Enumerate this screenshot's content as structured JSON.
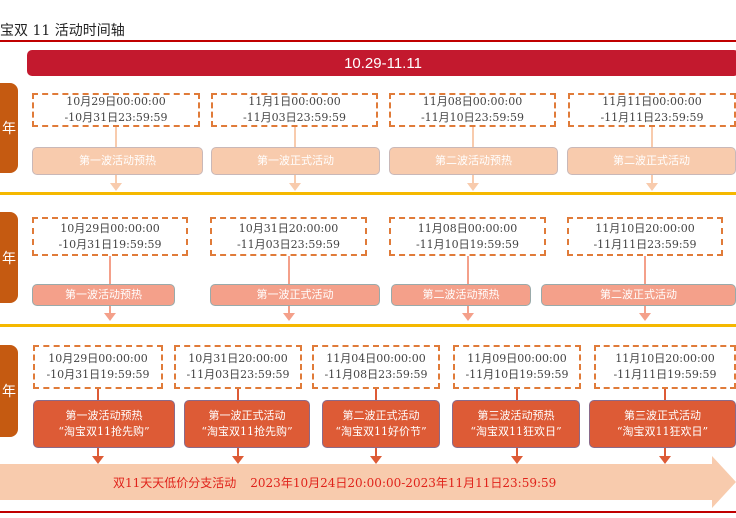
{
  "title": "宝双 11 活动时间轴",
  "range": "10.29-11.11",
  "year_label": "年",
  "rows": [
    {
      "boxes": [
        {
          "time": "10月29日00:00:00",
          "end": "-10月31日23:59:59",
          "label": "第一波活动预热"
        },
        {
          "time": "11月1日00:00:00",
          "end": "-11月03日23:59:59",
          "label": "第一波正式活动"
        },
        {
          "time": "11月08日00:00:00",
          "end": "-11月10日23:59:59",
          "label": "第二波活动预热"
        },
        {
          "time": "11月11日00:00:00",
          "end": "-11月11日23:59:59",
          "label": "第二波正式活动"
        }
      ]
    },
    {
      "boxes": [
        {
          "time": "10月29日00:00:00",
          "end": "-10月31日19:59:59",
          "label": "第一波活动预热"
        },
        {
          "time": "10月31日20:00:00",
          "end": "-11月03日23:59:59",
          "label": "第一波正式活动"
        },
        {
          "time": "11月08日00:00:00",
          "end": "-11月10日19:59:59",
          "label": "第二波活动预热"
        },
        {
          "time": "11月10日20:00:00",
          "end": "-11月11日23:59:59",
          "label": "第二波正式活动"
        }
      ]
    },
    {
      "boxes": [
        {
          "time": "10月29日00:00:00",
          "end": "-10月31日19:59:59",
          "label": "第一波活动预热",
          "sub": "“淘宝双11抢先购”"
        },
        {
          "time": "10月31日20:00:00",
          "end": "-11月03日23:59:59",
          "label": "第一波正式活动",
          "sub": "“淘宝双11抢先购”"
        },
        {
          "time": "11月04日00:00:00",
          "end": "-11月08日23:59:59",
          "label": "第二波正式活动",
          "sub": "“淘宝双11好价节”"
        },
        {
          "time": "11月09日00:00:00",
          "end": "-11月10日19:59:59",
          "label": "第三波活动预热",
          "sub": "“淘宝双11狂欢日”"
        },
        {
          "time": "11月10日20:00:00",
          "end": "-11月11日19:59:59",
          "label": "第三波正式活动",
          "sub": "“淘宝双11狂欢日”"
        }
      ]
    }
  ],
  "band": {
    "name": "双11天天低价分支活动",
    "period": "2023年10月24日20:00:00-2023年11月11日23:59:59"
  },
  "colors": {
    "red": "#c3192e",
    "orange": "#c55a11",
    "yellow": "#f5b800"
  }
}
